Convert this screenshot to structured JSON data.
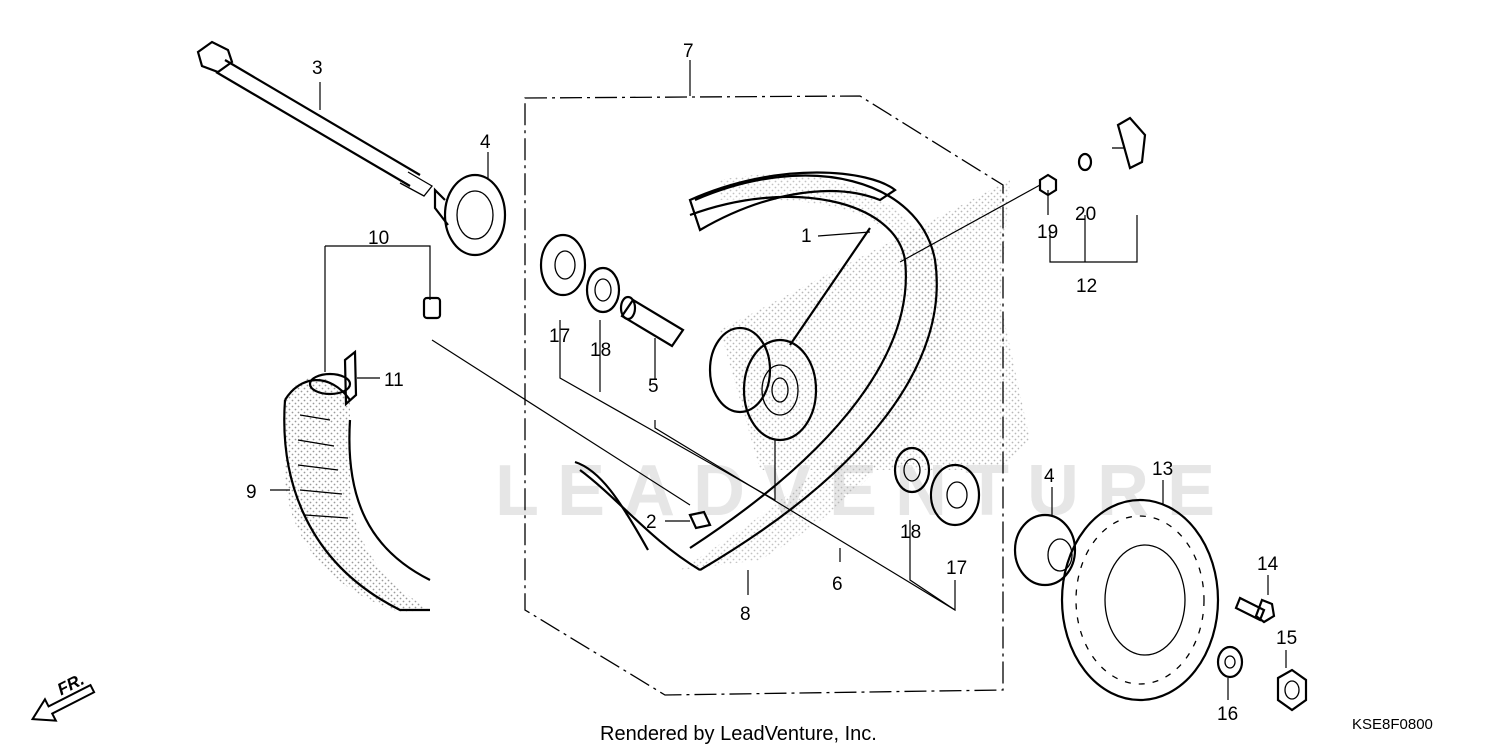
{
  "diagram": {
    "watermark": "LEADVENTURE",
    "footer_credit": "Rendered by LeadVenture, Inc.",
    "diagram_code": "KSE8F0800",
    "direction_label": "FR.",
    "callouts": {
      "c1": "1",
      "c2": "2",
      "c3": "3",
      "c4a": "4",
      "c4b": "4",
      "c5": "5",
      "c6": "6",
      "c7": "7",
      "c8": "8",
      "c9": "9",
      "c10": "10",
      "c11": "11",
      "c12": "12",
      "c13": "13",
      "c14": "14",
      "c15": "15",
      "c16": "16",
      "c17a": "17",
      "c17b": "17",
      "c18a": "18",
      "c18b": "18",
      "c19": "19",
      "c20": "20"
    },
    "colors": {
      "ink": "#000000",
      "watermark": "#e6e6e6",
      "shading": "#9a9a9a"
    }
  }
}
